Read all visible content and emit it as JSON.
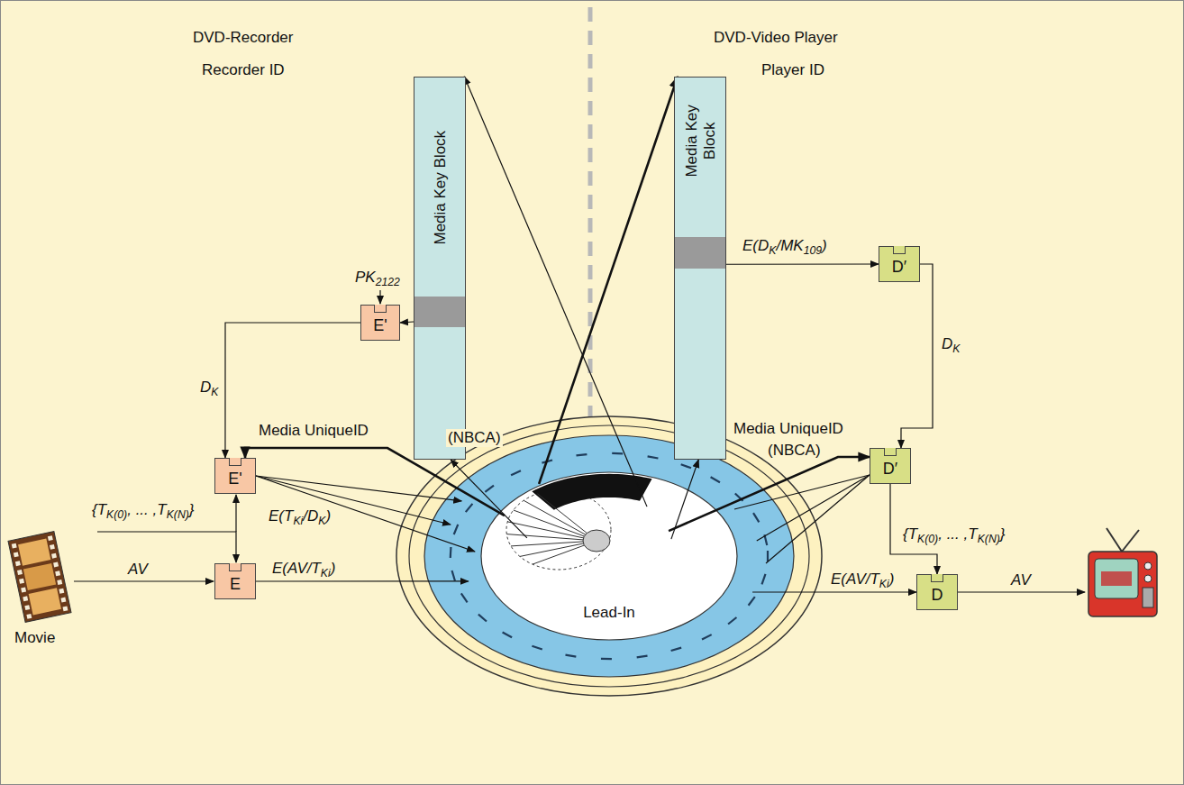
{
  "diagram": {
    "nodes": [
      {
        "text": [
          "Media Key Block"
        ]
      },
      {
        "text": [
          "Media Key Block"
        ]
      },
      {
        "text": [
          "E'"
        ]
      },
      {
        "text": [
          "D′"
        ]
      },
      {
        "text": [
          "E'"
        ]
      },
      {
        "text": [
          "Lead-In"
        ]
      },
      {
        "text": [
          "D′"
        ]
      },
      {
        "text": [
          "E"
        ]
      },
      {
        "text": [
          "D"
        ]
      }
    ],
    "edges": [
      {
        "from": 5,
        "to": 0,
        "arrow": "to"
      },
      {
        "from": 5,
        "to": 0,
        "arrow": "to"
      },
      {
        "from": 5,
        "to": 1,
        "arrow": "to"
      },
      {
        "from": 5,
        "to": 1,
        "arrow": "to"
      },
      {
        "from": 0,
        "to": 2,
        "arrow": "to"
      },
      {
        "from": 2,
        "to": 4,
        "label": "DK",
        "arrow": "to"
      },
      {
        "from": 5,
        "to": 4,
        "arrow": "to"
      },
      {
        "from": 4,
        "to": 5,
        "label": "E(TKi/DK)",
        "arrow": "to"
      },
      {
        "from": 7,
        "to": 5,
        "label": "E(AV/TKi)",
        "arrow": "to"
      },
      {
        "from": 5,
        "to": 8,
        "label": "E(AV/TKi)",
        "arrow": "to"
      },
      {
        "from": 1,
        "to": 3,
        "label": "E(DK/MK109)",
        "arrow": "to"
      },
      {
        "from": 3,
        "to": 6,
        "label": "DK",
        "arrow": "to"
      },
      {
        "from": 5,
        "to": 6,
        "arrow": "to"
      },
      {
        "from": 5,
        "to": 6,
        "arrow": "none"
      },
      {
        "from": 6,
        "to": 8,
        "arrow": "to"
      }
    ],
    "labels": [
      "DVD-Recorder",
      "Recorder ID",
      "DVD-Video Player",
      "Player ID",
      "PK2122",
      "Media UniqueID",
      "(NBCA)",
      "Media UniqueID",
      "(NBCA)",
      "{TK(0), ... ,TK(N)}",
      "{TK(0), ... ,TK(N)}",
      "AV",
      "AV",
      "Movie"
    ]
  }
}
